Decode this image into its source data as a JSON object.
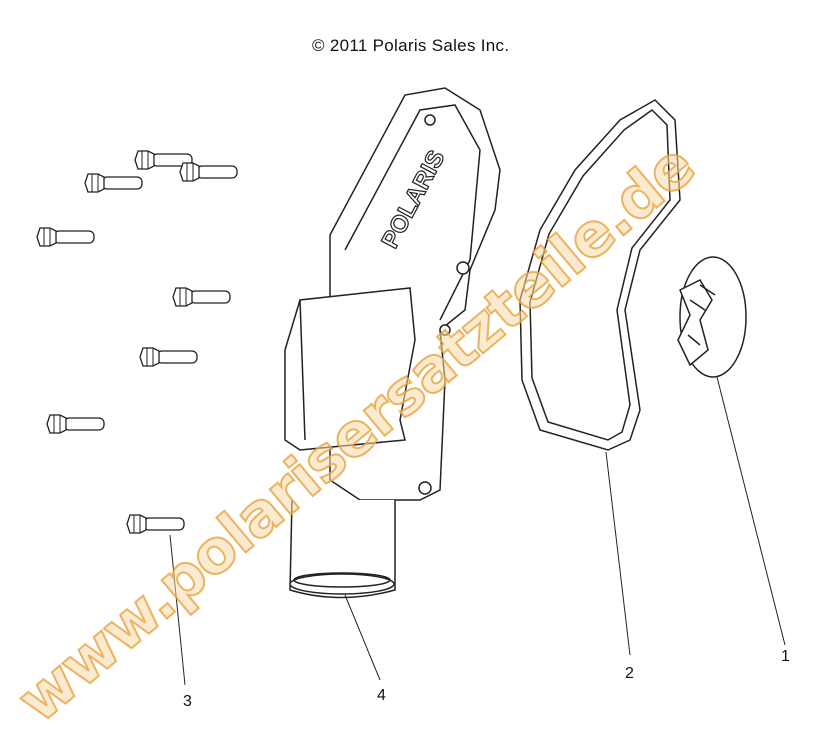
{
  "copyright": "© 2011 Polaris Sales Inc.",
  "watermark": "www.polarisersatzteile.de",
  "watermark_color": "#e8a23c",
  "cover_logo": "POLARIS",
  "callouts": [
    {
      "label": "1",
      "part": "impeller"
    },
    {
      "label": "2",
      "part": "gasket"
    },
    {
      "label": "3",
      "part": "bolt"
    },
    {
      "label": "4",
      "part": "water-pump-cover"
    }
  ]
}
